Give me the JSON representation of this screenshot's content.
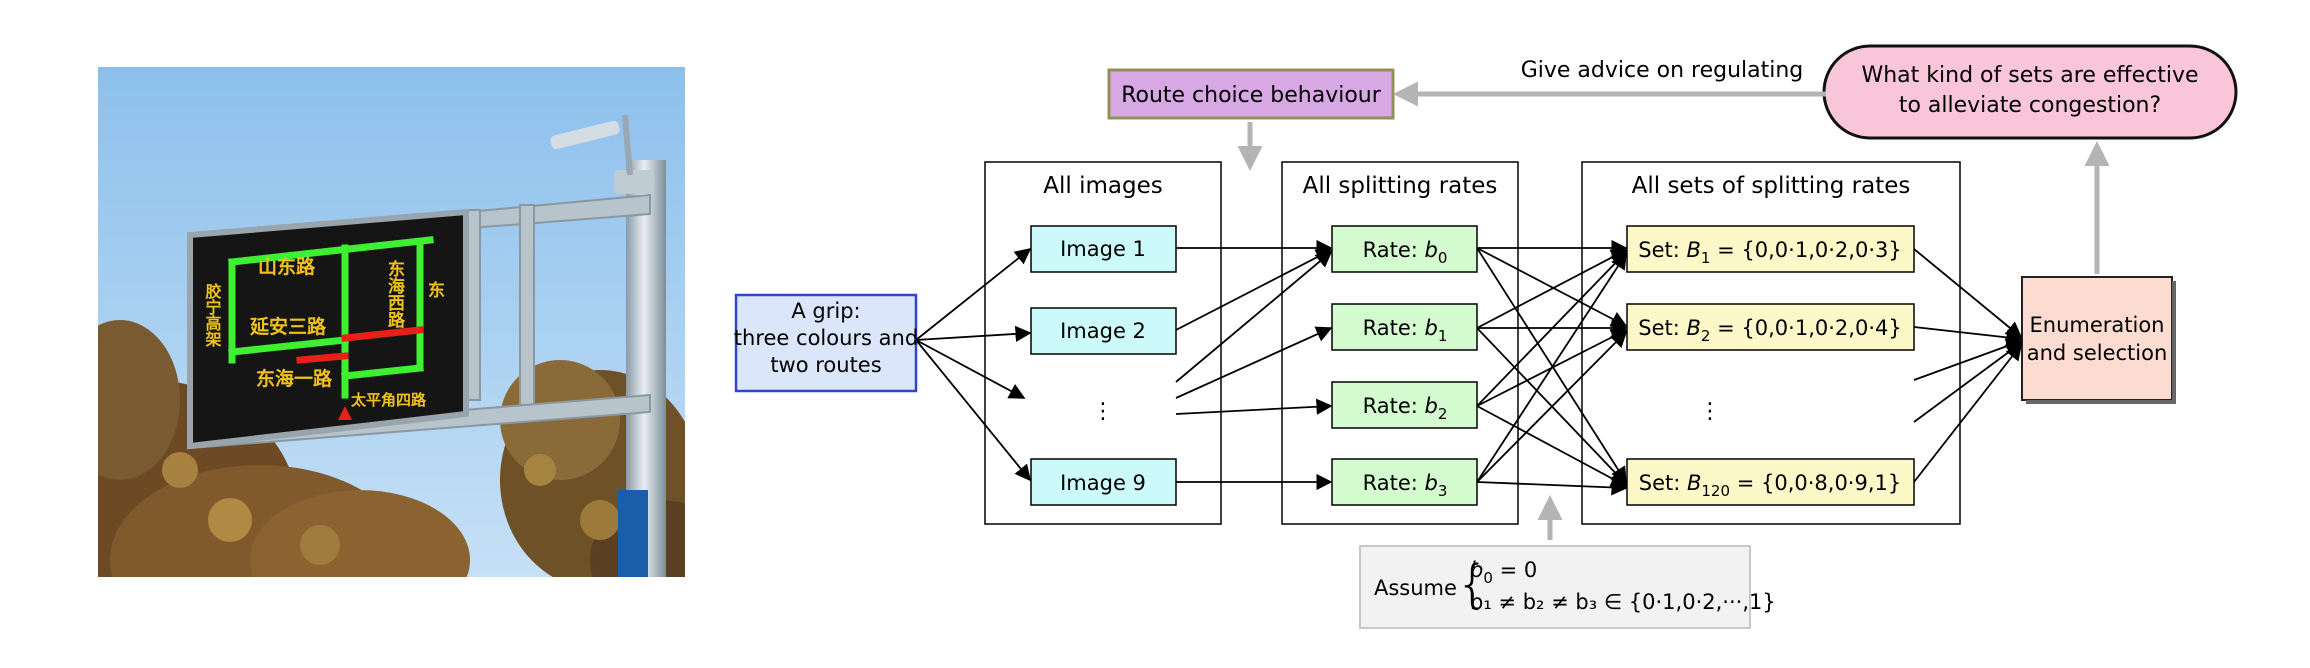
{
  "photo": {
    "sign_labels": [
      "山东路",
      "胶宁高架",
      "东海西路",
      "延安三路",
      "东海一路",
      "太平角四路",
      "东"
    ]
  },
  "diagram": {
    "grip_box": [
      "A grip:",
      "three colours and",
      "two routes"
    ],
    "route_choice": "Route choice behaviour",
    "advice_label": "Give advice on regulating",
    "question": [
      "What kind of sets are effective",
      "to alleviate congestion?"
    ],
    "images_title": "All images",
    "images": [
      "Image 1",
      "Image 2",
      "Image 9"
    ],
    "rates_title": "All splitting rates",
    "rates": [
      {
        "prefix": "Rate: ",
        "var": "b",
        "sub": "0"
      },
      {
        "prefix": "Rate: ",
        "var": "b",
        "sub": "1"
      },
      {
        "prefix": "Rate: ",
        "var": "b",
        "sub": "2"
      },
      {
        "prefix": "Rate: ",
        "var": "b",
        "sub": "3"
      }
    ],
    "sets_title": "All sets of splitting rates",
    "sets": [
      {
        "prefix": "Set: ",
        "var": "B",
        "sub": "1",
        "value": " = {0,0·1,0·2,0·3}"
      },
      {
        "prefix": "Set: ",
        "var": "B",
        "sub": "2",
        "value": " = {0,0·1,0·2,0·4}"
      },
      {
        "prefix": "Set: ",
        "var": "B",
        "sub": "120",
        "value": " = {0,0·8,0·9,1}"
      }
    ],
    "ellipsis": "⋮",
    "enumeration": [
      "Enumeration",
      "and selection"
    ],
    "assume": {
      "label": "Assume",
      "line1": {
        "var": "b",
        "sub": "0",
        "rest": " = 0"
      },
      "line2": "b₁ ≠ b₂ ≠ b₃ ∈ {0·1,0·2,···,1}"
    },
    "colors": {
      "grip_fill": "#dce6fb",
      "grip_stroke": "#3344cc",
      "route_fill": "#d8a8e4",
      "question_fill": "#f9c5d8",
      "image_fill": "#ccfafa",
      "rate_fill": "#d4fbcf",
      "set_fill": "#fcf8c8",
      "enum_fill": "#fcdcd0",
      "assume_fill": "#f2f2f2",
      "gray_arrow": "#b4b4b4"
    }
  }
}
